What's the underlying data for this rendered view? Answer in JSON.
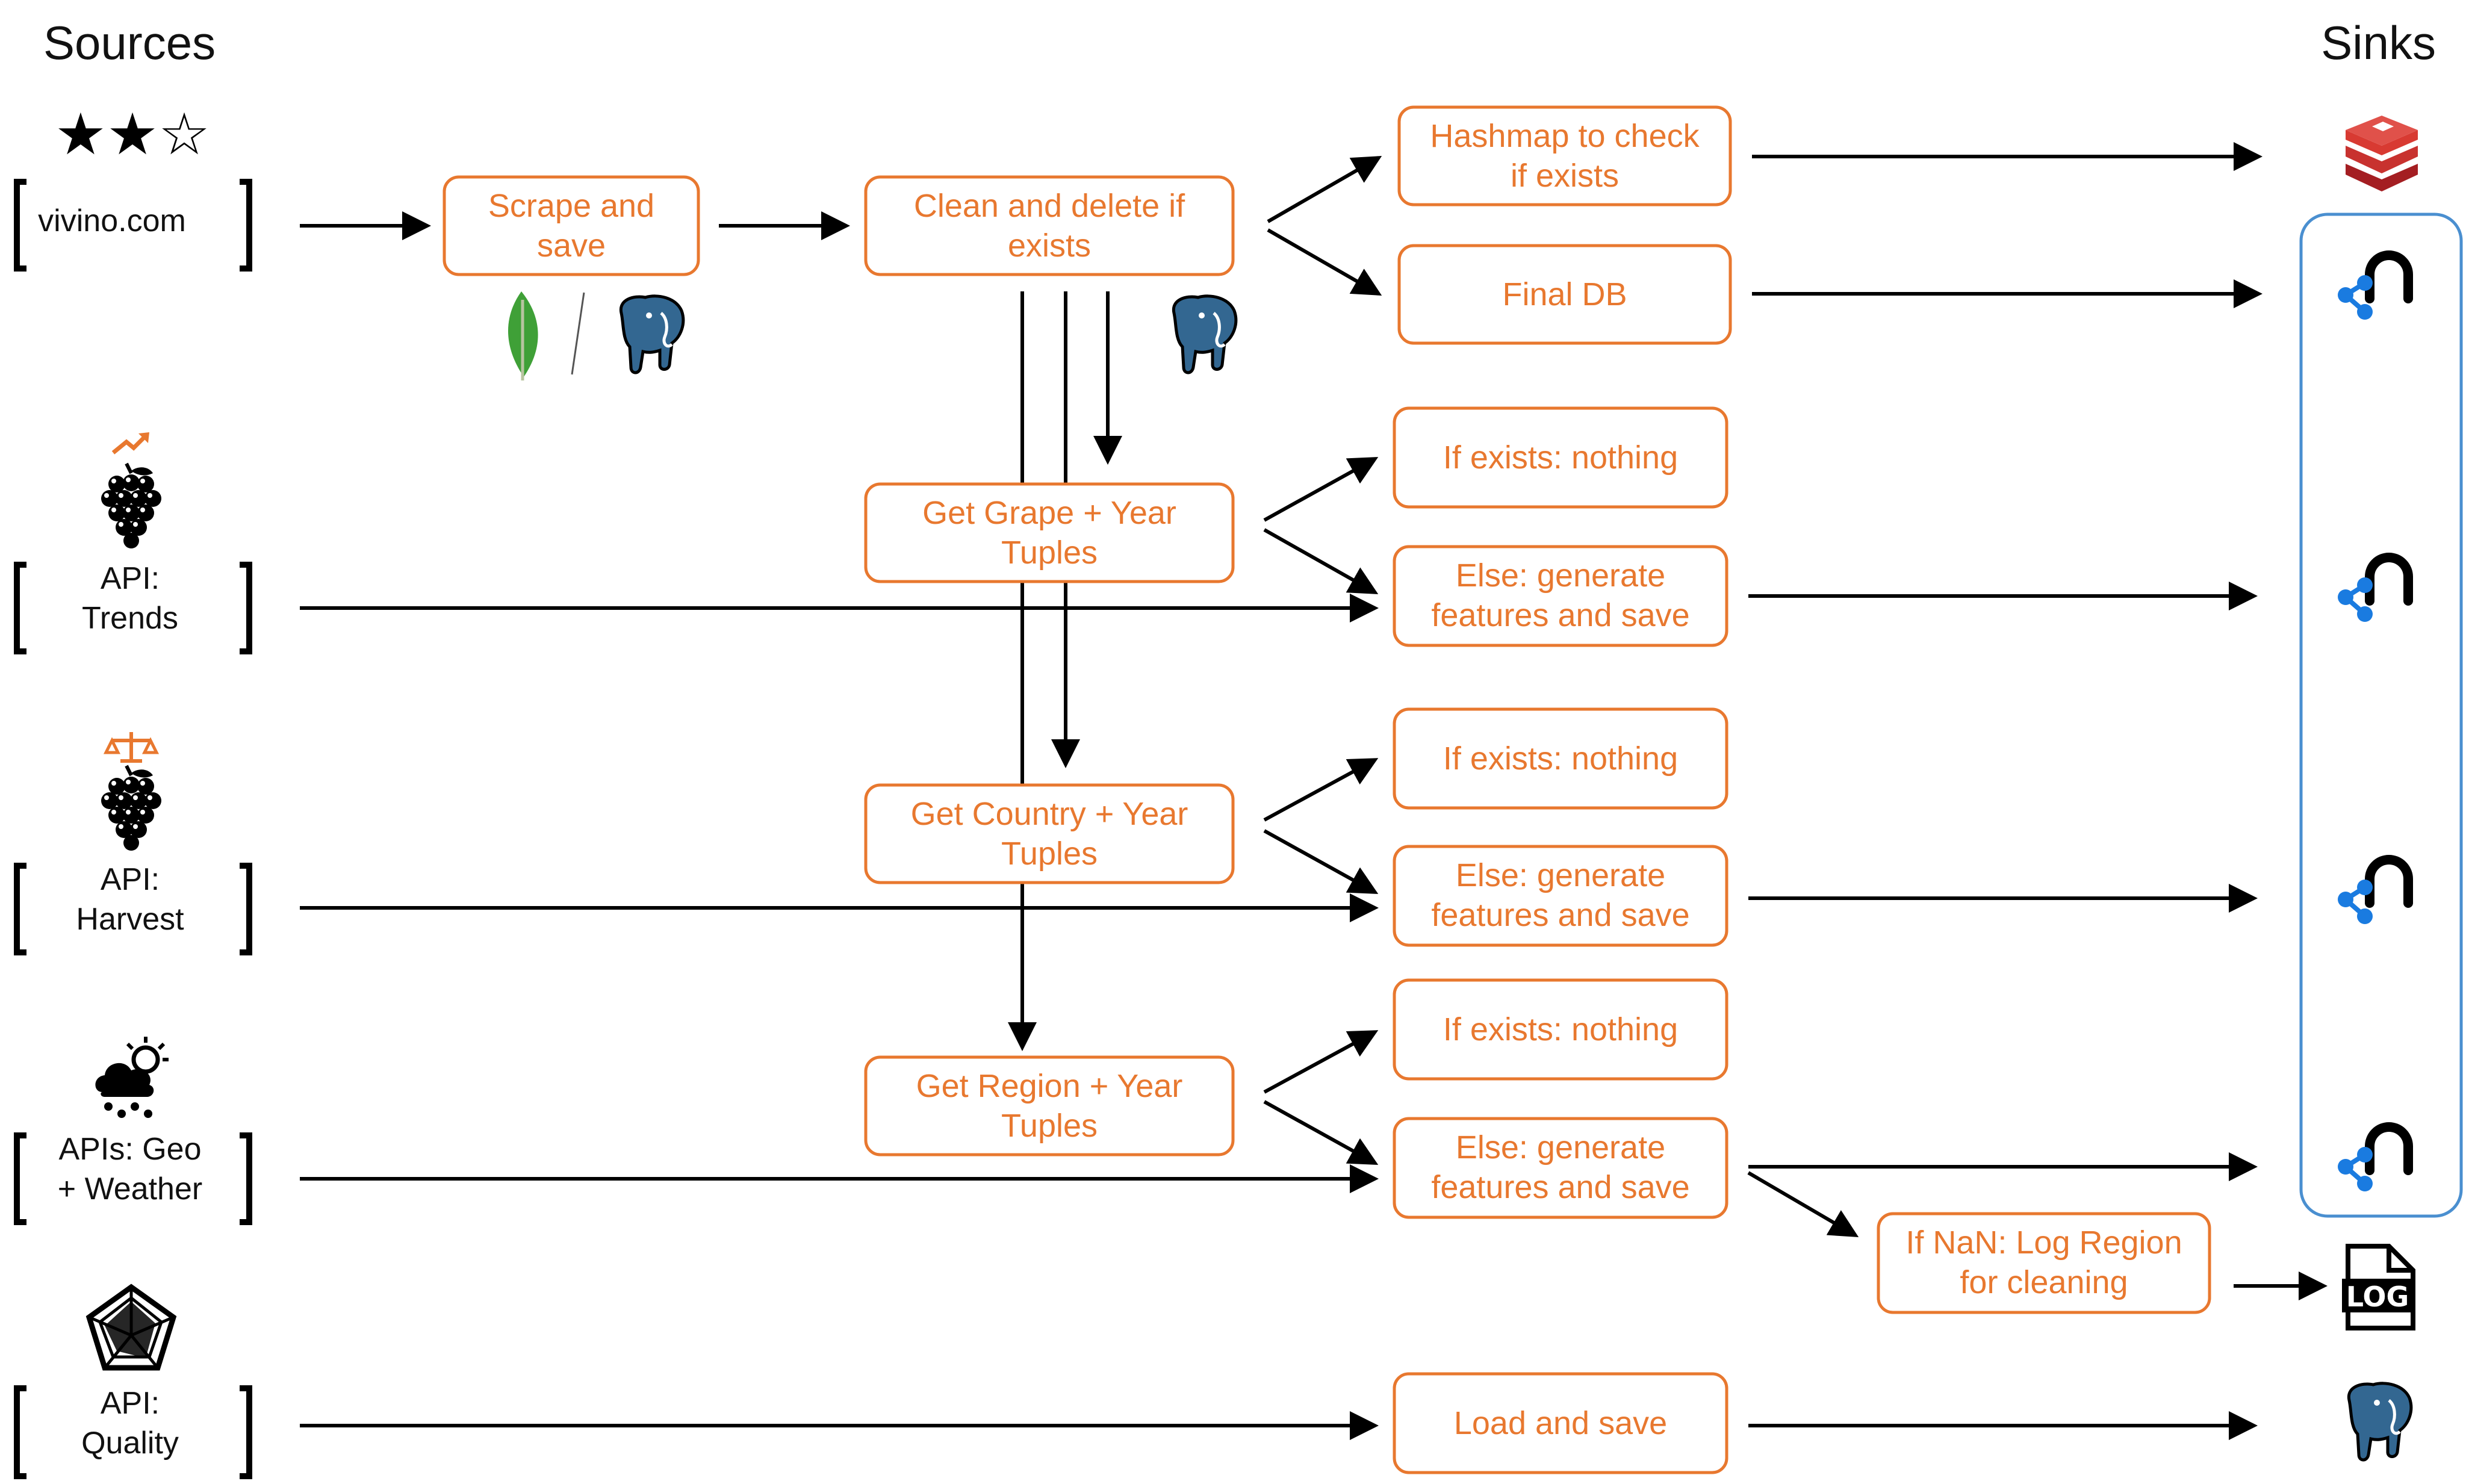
{
  "headers": {
    "sources": "Sources",
    "sinks": "Sinks"
  },
  "sources": {
    "vivino": {
      "rating_stars": "★★☆",
      "line1": "vivino.com"
    },
    "trends": {
      "line1": "API:",
      "line2": "Trends"
    },
    "harvest": {
      "line1": "API:",
      "line2": "Harvest"
    },
    "weather": {
      "line1": "APIs: Geo",
      "line2": "+ Weather"
    },
    "quality": {
      "line1": "API:",
      "line2": "Quality"
    }
  },
  "boxes": {
    "scrape": {
      "line1": "Scrape and",
      "line2": "save"
    },
    "clean": {
      "line1": "Clean and delete if",
      "line2": "exists"
    },
    "hashmap": {
      "line1": "Hashmap to check",
      "line2": "if exists"
    },
    "final_db": {
      "line1": "Final DB"
    },
    "grape": {
      "line1": "Get Grape + Year",
      "line2": "Tuples"
    },
    "country": {
      "line1": "Get Country + Year",
      "line2": "Tuples"
    },
    "region": {
      "line1": "Get Region + Year",
      "line2": "Tuples"
    },
    "exists_1": {
      "line1": "If exists: nothing"
    },
    "generate_1": {
      "line1": "Else: generate",
      "line2": "features and save"
    },
    "exists_2": {
      "line1": "If exists: nothing"
    },
    "generate_2": {
      "line1": "Else: generate",
      "line2": "features and save"
    },
    "exists_3": {
      "line1": "If exists: nothing"
    },
    "generate_3": {
      "line1": "Else: generate",
      "line2": "features and save"
    },
    "nan_log": {
      "line1": "If NaN: Log Region",
      "line2": "for cleaning"
    },
    "load_save": {
      "line1": "Load and save"
    }
  },
  "sinks": {
    "log_label": "LOG"
  },
  "colors": {
    "accent": "#e8782f",
    "sink_border": "#4a8fd0",
    "stroke": "#000000",
    "redis": "#c8322f",
    "postgres": "#336791",
    "mongo": "#3fa037",
    "feature_store": "#1a7be0"
  },
  "icons": [
    "rating-stars-icon",
    "mongodb-leaf-icon",
    "postgres-elephant-icon",
    "grape-trend-icon",
    "grape-scale-icon",
    "sun-cloud-rain-icon",
    "radar-chart-icon",
    "redis-icon",
    "feature-store-icon",
    "log-file-icon"
  ]
}
